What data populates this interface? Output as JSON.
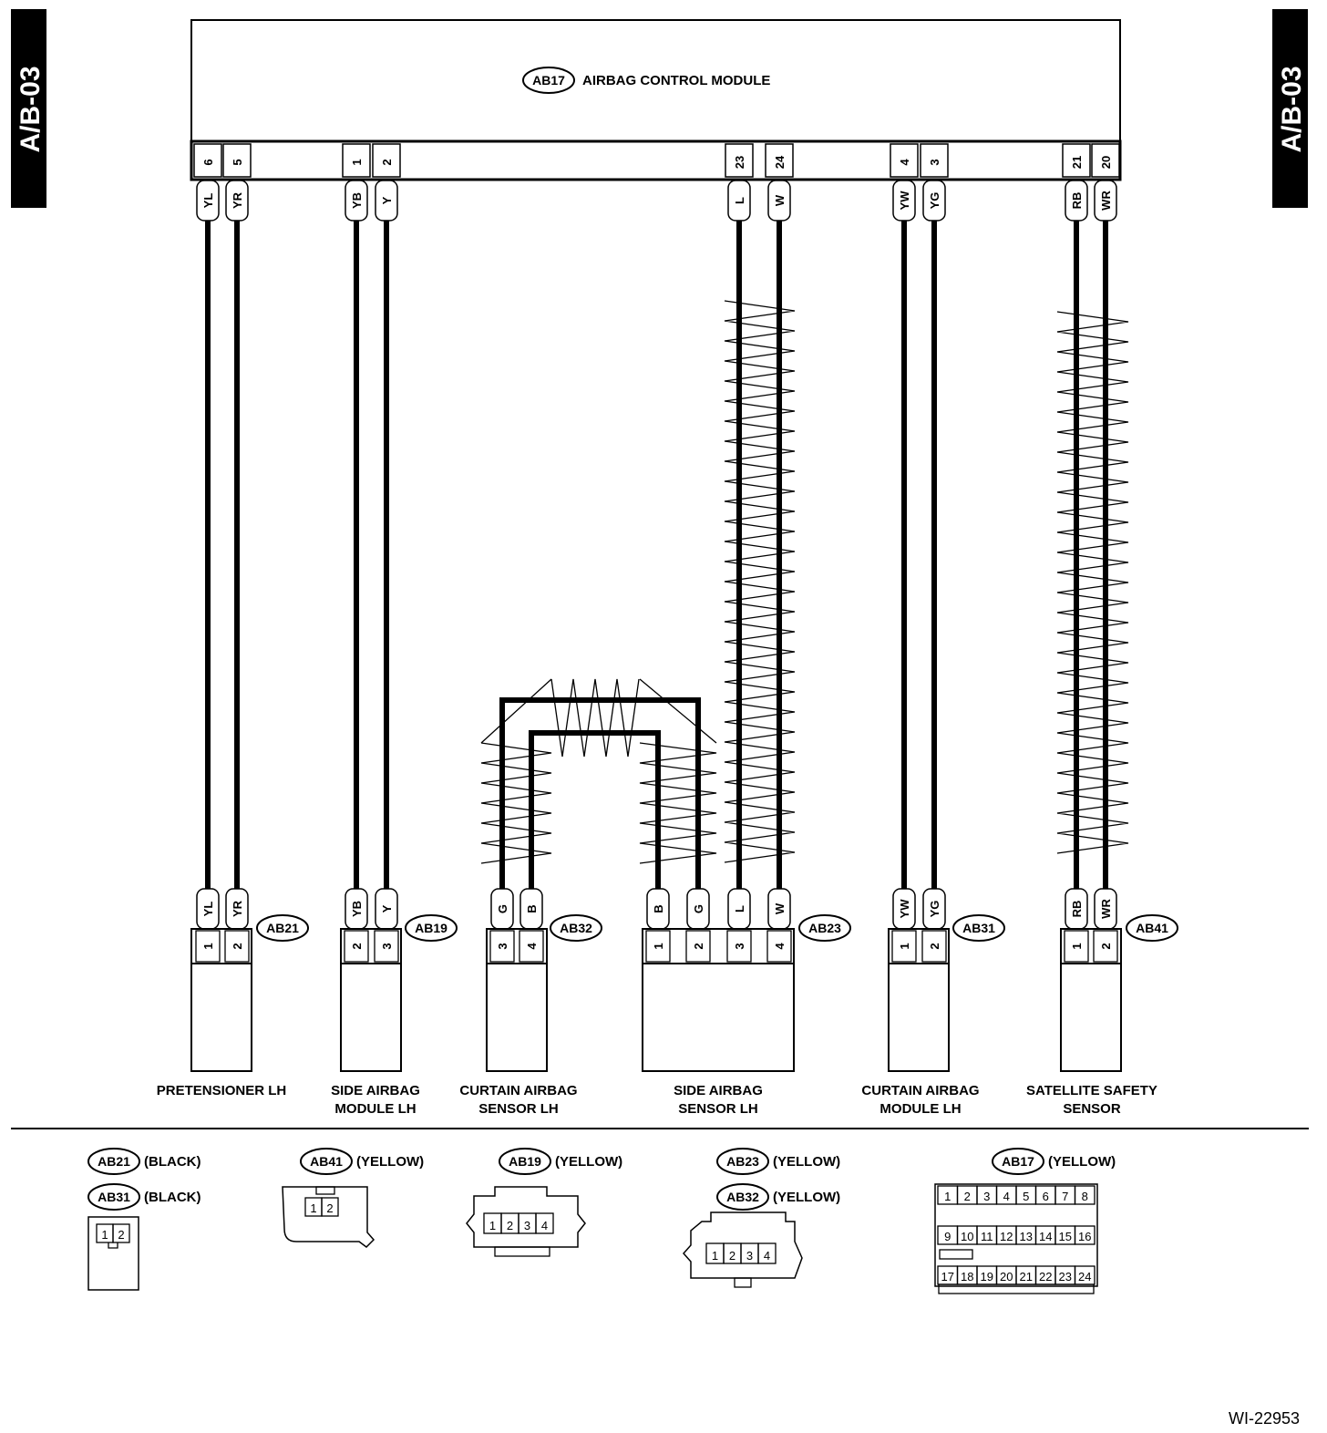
{
  "side_tabs": {
    "left": "A/B-03",
    "right": "A/B-03"
  },
  "control_module": {
    "id": "AB17",
    "name": "AIRBAG CONTROL MODULE"
  },
  "module_pins": [
    {
      "pin": "6",
      "wire": "YL"
    },
    {
      "pin": "5",
      "wire": "YR"
    },
    {
      "pin": "1",
      "wire": "YB"
    },
    {
      "pin": "2",
      "wire": "Y"
    },
    {
      "pin": "23",
      "wire": "L"
    },
    {
      "pin": "24",
      "wire": "W"
    },
    {
      "pin": "4",
      "wire": "YW"
    },
    {
      "pin": "3",
      "wire": "YG"
    },
    {
      "pin": "21",
      "wire": "RB"
    },
    {
      "pin": "20",
      "wire": "WR"
    }
  ],
  "components": [
    {
      "connector": "AB21",
      "label1": "PRETENSIONER LH",
      "label2": "",
      "pins": [
        {
          "pin": "1",
          "wire": "YL"
        },
        {
          "pin": "2",
          "wire": "YR"
        }
      ]
    },
    {
      "connector": "AB19",
      "label1": "SIDE AIRBAG",
      "label2": "MODULE LH",
      "pins": [
        {
          "pin": "2",
          "wire": "YB"
        },
        {
          "pin": "3",
          "wire": "Y"
        }
      ]
    },
    {
      "connector": "AB32",
      "label1": "CURTAIN AIRBAG",
      "label2": "SENSOR LH",
      "pins": [
        {
          "pin": "3",
          "wire": "G"
        },
        {
          "pin": "4",
          "wire": "B"
        }
      ]
    },
    {
      "connector": "AB23",
      "label1": "SIDE AIRBAG",
      "label2": "SENSOR LH",
      "pins": [
        {
          "pin": "1",
          "wire": "B"
        },
        {
          "pin": "2",
          "wire": "G"
        },
        {
          "pin": "3",
          "wire": "L"
        },
        {
          "pin": "4",
          "wire": "W"
        }
      ]
    },
    {
      "connector": "AB31",
      "label1": "CURTAIN AIRBAG",
      "label2": "MODULE LH",
      "pins": [
        {
          "pin": "1",
          "wire": "YW"
        },
        {
          "pin": "2",
          "wire": "YG"
        }
      ]
    },
    {
      "connector": "AB41",
      "label1": "SATELLITE SAFETY",
      "label2": "SENSOR",
      "pins": [
        {
          "pin": "1",
          "wire": "RB"
        },
        {
          "pin": "2",
          "wire": "WR"
        }
      ]
    }
  ],
  "connector_legend": [
    {
      "id": "AB21",
      "color": "(BLACK)"
    },
    {
      "id": "AB31",
      "color": "(BLACK)"
    },
    {
      "id": "AB41",
      "color": "(YELLOW)"
    },
    {
      "id": "AB19",
      "color": "(YELLOW)"
    },
    {
      "id": "AB23",
      "color": "(YELLOW)"
    },
    {
      "id": "AB32",
      "color": "(YELLOW)"
    },
    {
      "id": "AB17",
      "color": "(YELLOW)"
    }
  ],
  "legend_cells": {
    "two_pin": [
      "1",
      "2"
    ],
    "four_pin": [
      "1",
      "2",
      "3",
      "4"
    ],
    "ab17_rows": [
      [
        "1",
        "2",
        "3",
        "4",
        "5",
        "6",
        "7",
        "8"
      ],
      [
        "9",
        "10",
        "11",
        "12",
        "13",
        "14",
        "15",
        "16"
      ],
      [
        "17",
        "18",
        "19",
        "20",
        "21",
        "22",
        "23",
        "24"
      ]
    ]
  },
  "figure_id": "WI-22953"
}
